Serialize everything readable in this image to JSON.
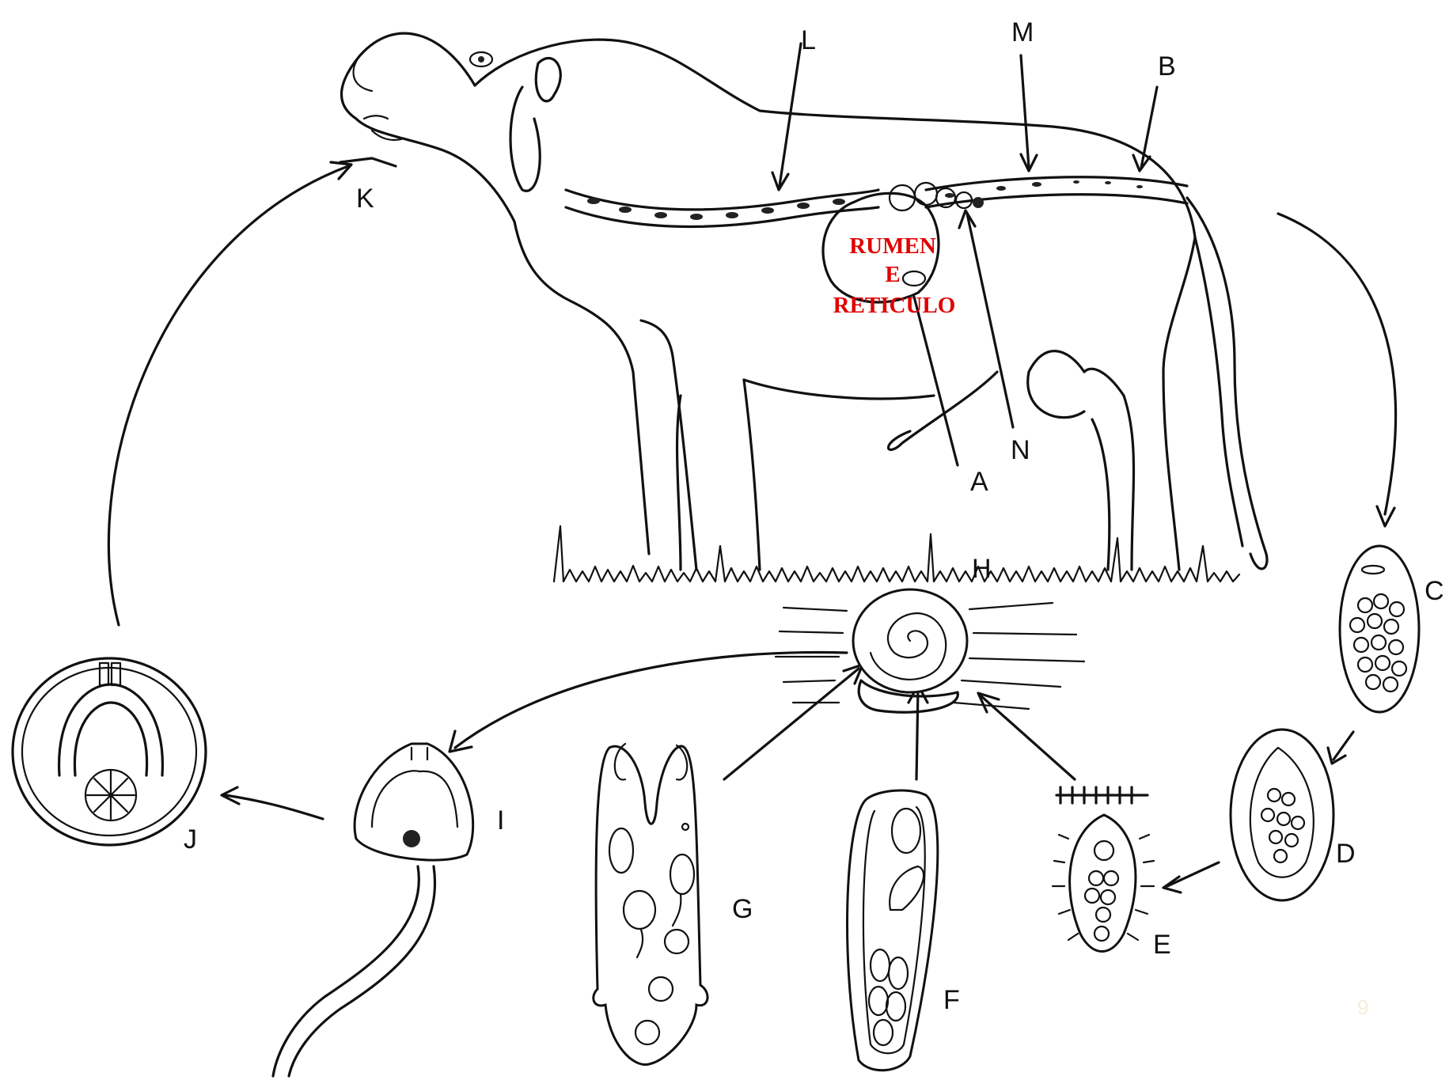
{
  "labels": {
    "A": "A",
    "B": "B",
    "C": "C",
    "D": "D",
    "E": "E",
    "F": "F",
    "G": "G",
    "H": "H",
    "I": "I",
    "J": "J",
    "K": "K",
    "L": "L",
    "M": "M",
    "N": "N"
  },
  "organ_label": {
    "line1": "RUMEN",
    "line2": "E",
    "line3": "RETICULO"
  },
  "page_number": "9",
  "colors": {
    "ink": "#111111",
    "annotation": "#e00000",
    "background": "#ffffff"
  }
}
